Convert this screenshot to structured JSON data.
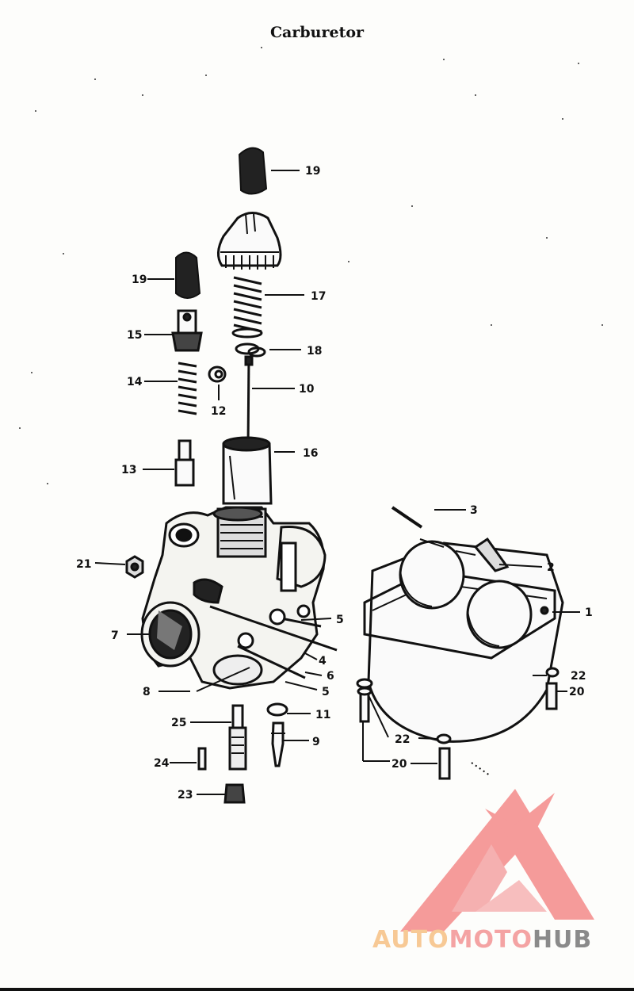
{
  "title": "Carburetor",
  "labels": {
    "l1": "1",
    "l2": "2",
    "l3": "3",
    "l4": "4",
    "l5a": "5",
    "l5b": "5",
    "l6": "6",
    "l7": "7",
    "l8": "8",
    "l9": "9",
    "l10": "10",
    "l11": "11",
    "l12": "12",
    "l13": "13",
    "l14": "14",
    "l15": "15",
    "l16": "16",
    "l17": "17",
    "l18": "18",
    "l19a": "19",
    "l19b": "19",
    "l20a": "20",
    "l20b": "20",
    "l21": "21",
    "l22a": "22",
    "l22b": "22",
    "l23": "23",
    "l24": "24",
    "l25": "25"
  },
  "watermark": {
    "part1": "AUTO",
    "part2": "MOTO",
    "part3": "HUB"
  },
  "colors": {
    "watermark_orange": "#f7c995",
    "watermark_red": "#f4a3a3",
    "watermark_gray": "#8a8a8a"
  }
}
